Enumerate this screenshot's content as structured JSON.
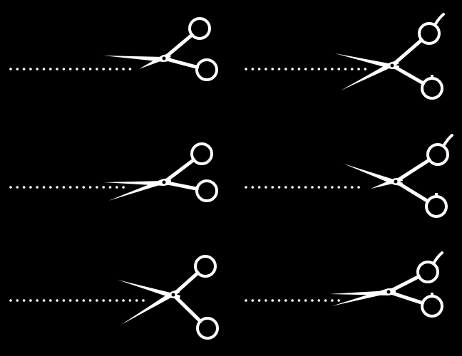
{
  "colors": {
    "background": "#000000",
    "foreground": "#ffffff"
  },
  "items": [
    {
      "name": "scissors-classic-open",
      "icon": "scissors-icon",
      "line": "dotted-cut-line"
    },
    {
      "name": "scissors-hairdressing-open",
      "icon": "scissors-icon",
      "line": "dotted-cut-line"
    },
    {
      "name": "scissors-classic-half",
      "icon": "scissors-icon",
      "line": "dotted-cut-line"
    },
    {
      "name": "scissors-hairdressing-half",
      "icon": "scissors-icon",
      "line": "dotted-cut-line"
    },
    {
      "name": "scissors-classic-wide",
      "icon": "scissors-icon",
      "line": "dotted-cut-line"
    },
    {
      "name": "scissors-hairdressing-closed",
      "icon": "scissors-icon",
      "line": "dotted-cut-line"
    }
  ]
}
